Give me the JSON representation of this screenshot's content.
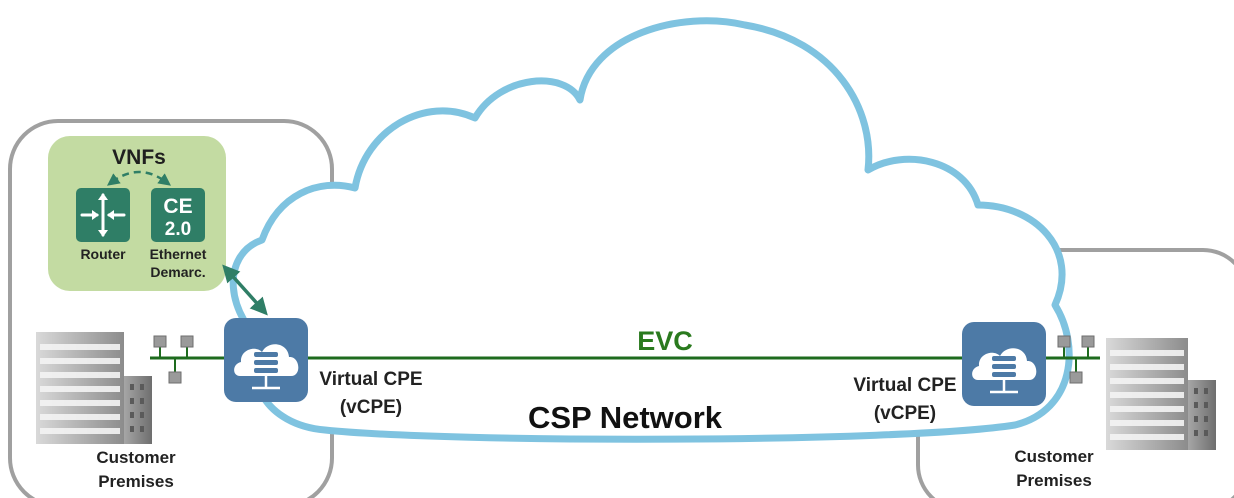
{
  "vnf_panel": {
    "title": "VNFs",
    "router_label": "Router",
    "demarc_label_line1": "Ethernet",
    "demarc_label_line2": "Demarc.",
    "ce_badge_line1": "CE",
    "ce_badge_line2": "2.0"
  },
  "network": {
    "evc_label": "EVC",
    "csp_label": "CSP Network"
  },
  "left_site": {
    "vcpe_line1": "Virtual CPE",
    "vcpe_line2": "(vCPE)",
    "premises_line1": "Customer",
    "premises_line2": "Premises"
  },
  "right_site": {
    "vcpe_line1": "Virtual CPE",
    "vcpe_line2": "(vCPE)",
    "premises_line1": "Customer",
    "premises_line2": "Premises"
  },
  "colors": {
    "cloud_outline": "#7fc3e0",
    "evc_line": "#1e6b1e",
    "evc_text": "#2a7a1e",
    "vnf_panel_bg": "#c3dba2",
    "vnf_icon_bg": "#2f7e66",
    "vcpe_box": "#4d7aa6",
    "premises_border": "#a0a0a0"
  }
}
